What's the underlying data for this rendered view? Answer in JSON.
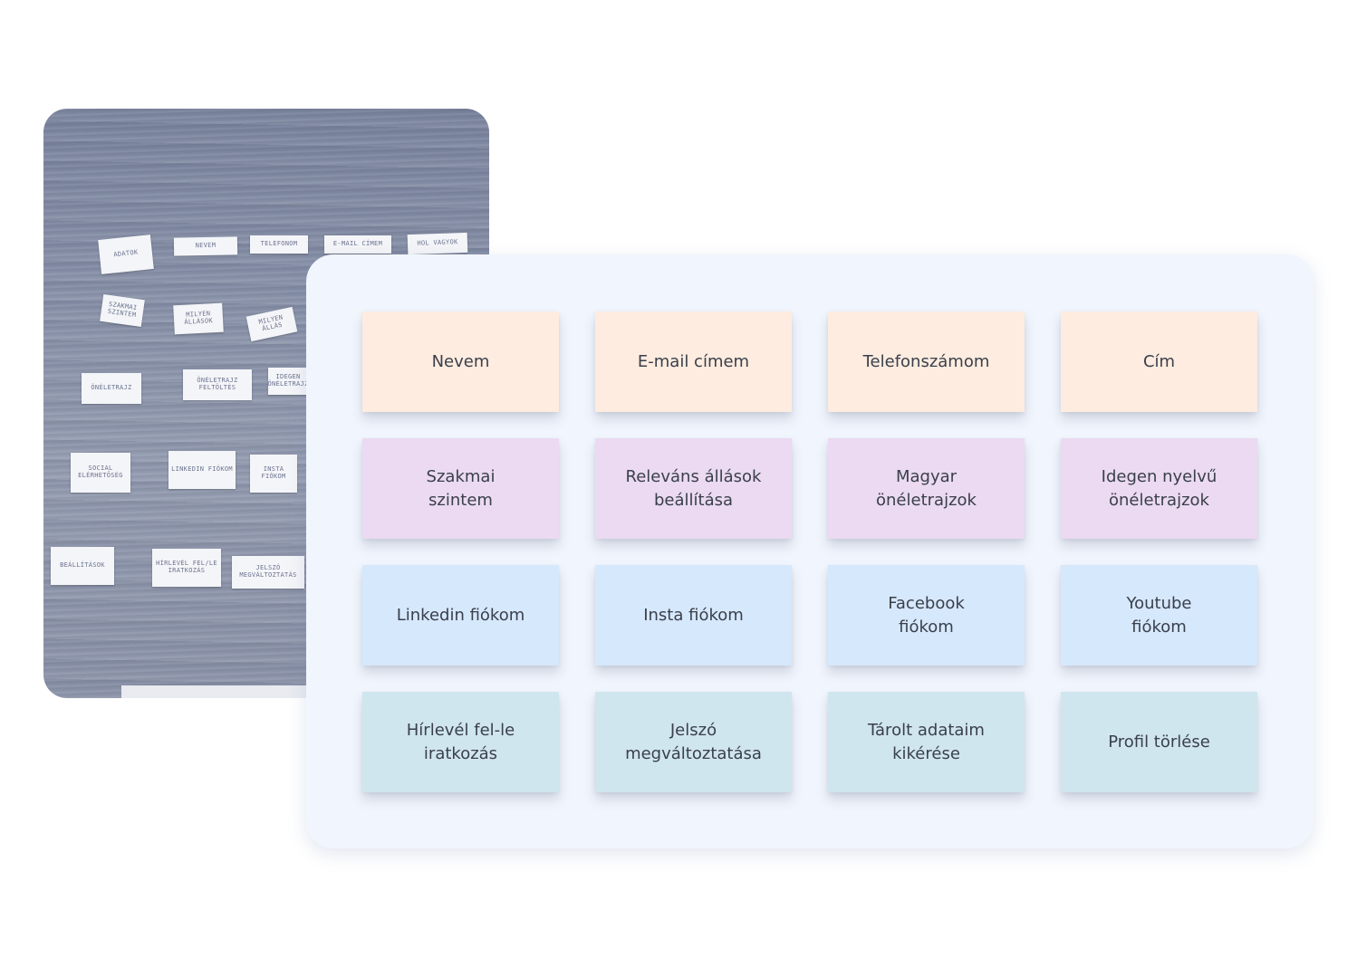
{
  "colors": {
    "board_bg": "#f1f5fd",
    "personal": "#fdecdf",
    "job": "#ebdaf1",
    "social": "#d6e8fb",
    "account": "#d0e6ee",
    "text": "#3a3f4c"
  },
  "photo": {
    "papers": [
      {
        "text": "ADATOK"
      },
      {
        "text": "NEVEM"
      },
      {
        "text": "TELEFONOM"
      },
      {
        "text": "E-MAIL CÍMEM"
      },
      {
        "text": "HOL VAGYOK"
      },
      {
        "text": "SZAKMAI SZINTEM"
      },
      {
        "text": "MILYEN ÁLLÁSOK"
      },
      {
        "text": "MILYEN ÁLLÁS"
      },
      {
        "text": "ÖNÉLETRAJZ"
      },
      {
        "text": "ÖNÉLETRAJZ FELTÖLTÉS"
      },
      {
        "text": "IDEGEN ÖNÉLETRAJZ"
      },
      {
        "text": "SOCIAL ELÉRHETŐSÉG"
      },
      {
        "text": "LINKEDIN FIÓKOM"
      },
      {
        "text": "INSTA FIÓKOM"
      },
      {
        "text": "BEÁLLÍTÁSOK"
      },
      {
        "text": "HÍRLEVÉL FEL/LE IRATKOZÁS"
      },
      {
        "text": "JELSZÓ MEGVÁLTOZTATÁS"
      }
    ]
  },
  "board": {
    "cards": [
      {
        "label": "Nevem",
        "group": "personal"
      },
      {
        "label": "E-mail címem",
        "group": "personal"
      },
      {
        "label": "Telefonszámom",
        "group": "personal"
      },
      {
        "label": "Cím",
        "group": "personal"
      },
      {
        "label": "Szakmai szintem",
        "group": "job"
      },
      {
        "label": "Releváns állások beállítása",
        "group": "job"
      },
      {
        "label": "Magyar önéletrajzok",
        "group": "job"
      },
      {
        "label": "Idegen nyelvű önéletrajzok",
        "group": "job"
      },
      {
        "label": "Linkedin fiókom",
        "group": "social"
      },
      {
        "label": "Insta fiókom",
        "group": "social"
      },
      {
        "label": "Facebook fiókom",
        "group": "social"
      },
      {
        "label": "Youtube fiókom",
        "group": "social"
      },
      {
        "label": "Hírlevél fel-le iratkozás",
        "group": "account"
      },
      {
        "label": "Jelszó megváltoztatása",
        "group": "account"
      },
      {
        "label": "Tárolt adataim kikérése",
        "group": "account"
      },
      {
        "label": "Profil törlése",
        "group": "account"
      }
    ]
  }
}
